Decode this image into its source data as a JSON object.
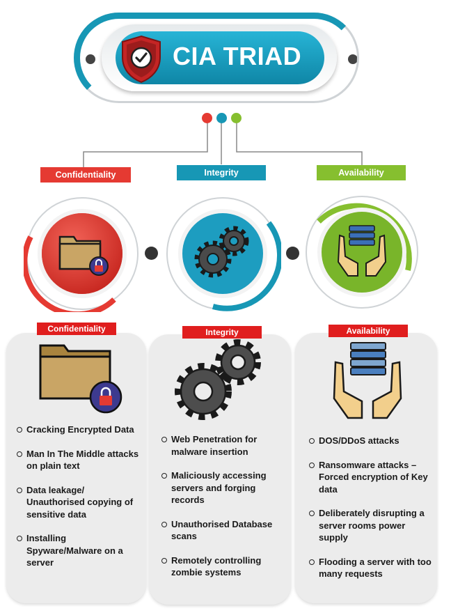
{
  "header": {
    "title": "CIA TRIAD",
    "icon": "shield-check-icon"
  },
  "colors": {
    "confidentiality": "#e53a32",
    "integrity": "#1797b5",
    "availability": "#86bf2f",
    "tag_red": "#e01e1e"
  },
  "columns": [
    {
      "id": "confidentiality",
      "label": "Confidentiality",
      "card_label": "Confidentiality",
      "icon": "locked-folder-icon",
      "items": [
        "Cracking Encrypted Data",
        "Man In The Middle attacks on plain text",
        "Data leakage/ Unauthorised copying of sensitive data",
        "Installing Spyware/Malware on a server"
      ]
    },
    {
      "id": "integrity",
      "label": "Integrity",
      "card_label": "Integrity",
      "icon": "gears-icon",
      "items": [
        "Web Penetration for malware insertion",
        "Maliciously accessing servers and forging records",
        "Unauthorised Database scans",
        "Remotely controlling zombie systems"
      ]
    },
    {
      "id": "availability",
      "label": "Availability",
      "card_label": "Availability",
      "icon": "hands-server-icon",
      "items": [
        "DOS/DDoS attacks",
        "Ransomware attacks – Forced encryption of Key data",
        "Deliberately disrupting a server rooms power supply",
        "Flooding a server with too many requests"
      ]
    }
  ]
}
